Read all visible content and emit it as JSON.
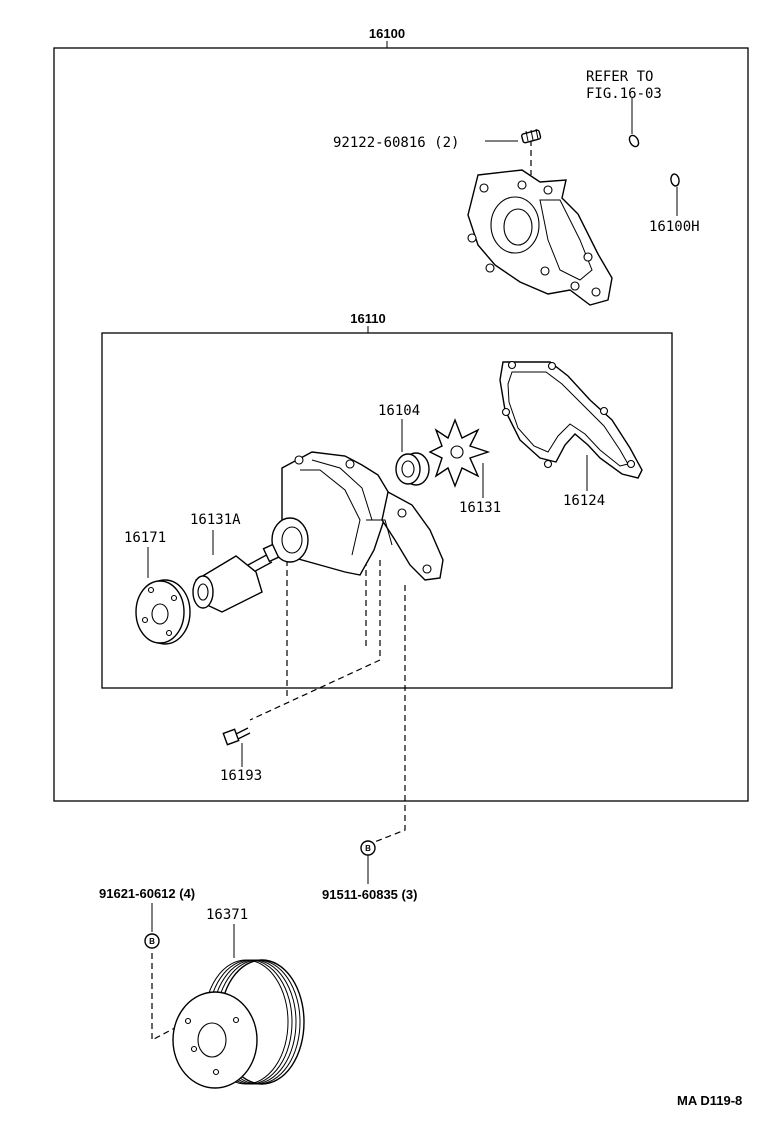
{
  "labels": {
    "assembly": "16100",
    "subassembly": "16110",
    "refer_line1": "REFER TO",
    "refer_line2": "FIG.16-03",
    "stud": "92122-60816 (2)",
    "oring": "16100H",
    "seal": "16104",
    "gasket": "16124",
    "impeller": "16131",
    "shaft_bearing": "16131A",
    "seat": "16171",
    "bolt": "16193",
    "pulley_bolt": "91621-60612 (4)",
    "pulley": "16371",
    "nut": "91511-60835 (3)",
    "circle_b1": "B",
    "circle_b2": "B",
    "figure_code": "MA D119-8"
  }
}
